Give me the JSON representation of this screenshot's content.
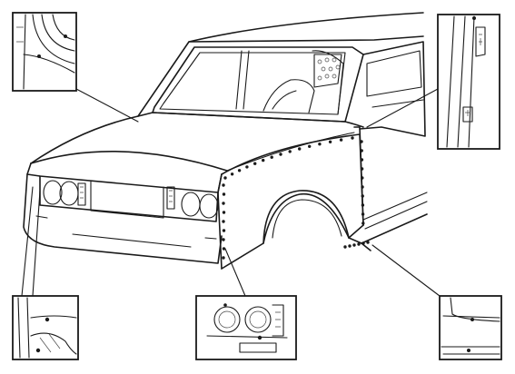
{
  "figure": {
    "colors": {
      "ink": "#1a1a1a",
      "paper": "#ffffff"
    },
    "insets": [
      {
        "name": "inset-top-left-a-pillar-detail"
      },
      {
        "name": "inset-top-right-b-pillar-detail"
      },
      {
        "name": "inset-bottom-left-front-corner-detail"
      },
      {
        "name": "inset-bottom-center-headlamp-detail"
      },
      {
        "name": "inset-bottom-right-sill-detail"
      }
    ]
  }
}
